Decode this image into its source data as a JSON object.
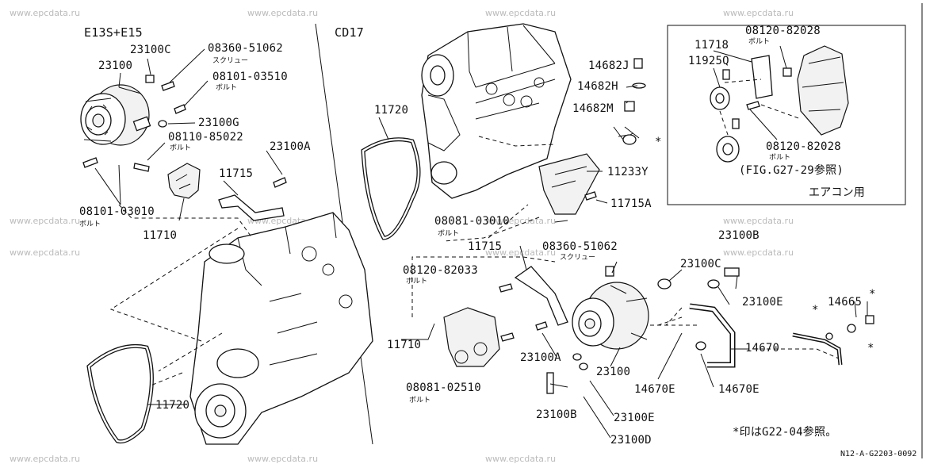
{
  "watermark": "www.epcdata.ru",
  "section_left_title": "E13S+E15",
  "section_right_title": "CD17",
  "note_aircon": "エアコン用",
  "note_fig_ref": "(FIG.G27-29参照)",
  "note_footnote": "*印はG22-04参照。",
  "asterisk": "*",
  "page_code": "N12-A-G2203-0092",
  "left_labels": {
    "p23100c": "23100C",
    "p23100": "23100",
    "p08360": "08360-51062",
    "p08360_sub": "スクリュー",
    "p08101a": "08101-03510",
    "p08101a_sub": "ボルト",
    "p23100g": "23100G",
    "p08110": "08110-85022",
    "p08110_sub": "ボルト",
    "p23100a": "23100A",
    "p11715": "11715",
    "p08101b": "08101-03010",
    "p08101b_sub": "ボルト",
    "p11710": "11710",
    "p11720": "11720"
  },
  "right_labels": {
    "p11720": "11720",
    "p14682j": "14682J",
    "p14682h": "14682H",
    "p14682m": "14682M",
    "p11233y": "11233Y",
    "p11715a": "11715A",
    "p08081a": "08081-03010",
    "p08081a_sub": "ボルト",
    "p11715": "11715",
    "p08360": "08360-51062",
    "p08360_sub": "スクリュー",
    "p23100b_top": "23100B",
    "p08120": "08120-82033",
    "p08120_sub": "ボルト",
    "p23100c": "23100C",
    "p23100e_top": "23100E",
    "p14665": "14665",
    "p11710": "11710",
    "p23100a": "23100A",
    "p23100": "23100",
    "p14670": "14670",
    "p14670e_mid": "14670E",
    "p14670e_right": "14670E",
    "p08081b": "08081-02510",
    "p08081b_sub": "ボルト",
    "p23100b_bot": "23100B",
    "p23100e_bot": "23100E",
    "p23100d": "23100D"
  },
  "inset_labels": {
    "p11718": "11718",
    "p08120a": "08120-82028",
    "p08120a_sub": "ボルト",
    "p11925q": "11925Q",
    "p08120b": "08120-82028",
    "p08120b_sub": "ボルト"
  }
}
